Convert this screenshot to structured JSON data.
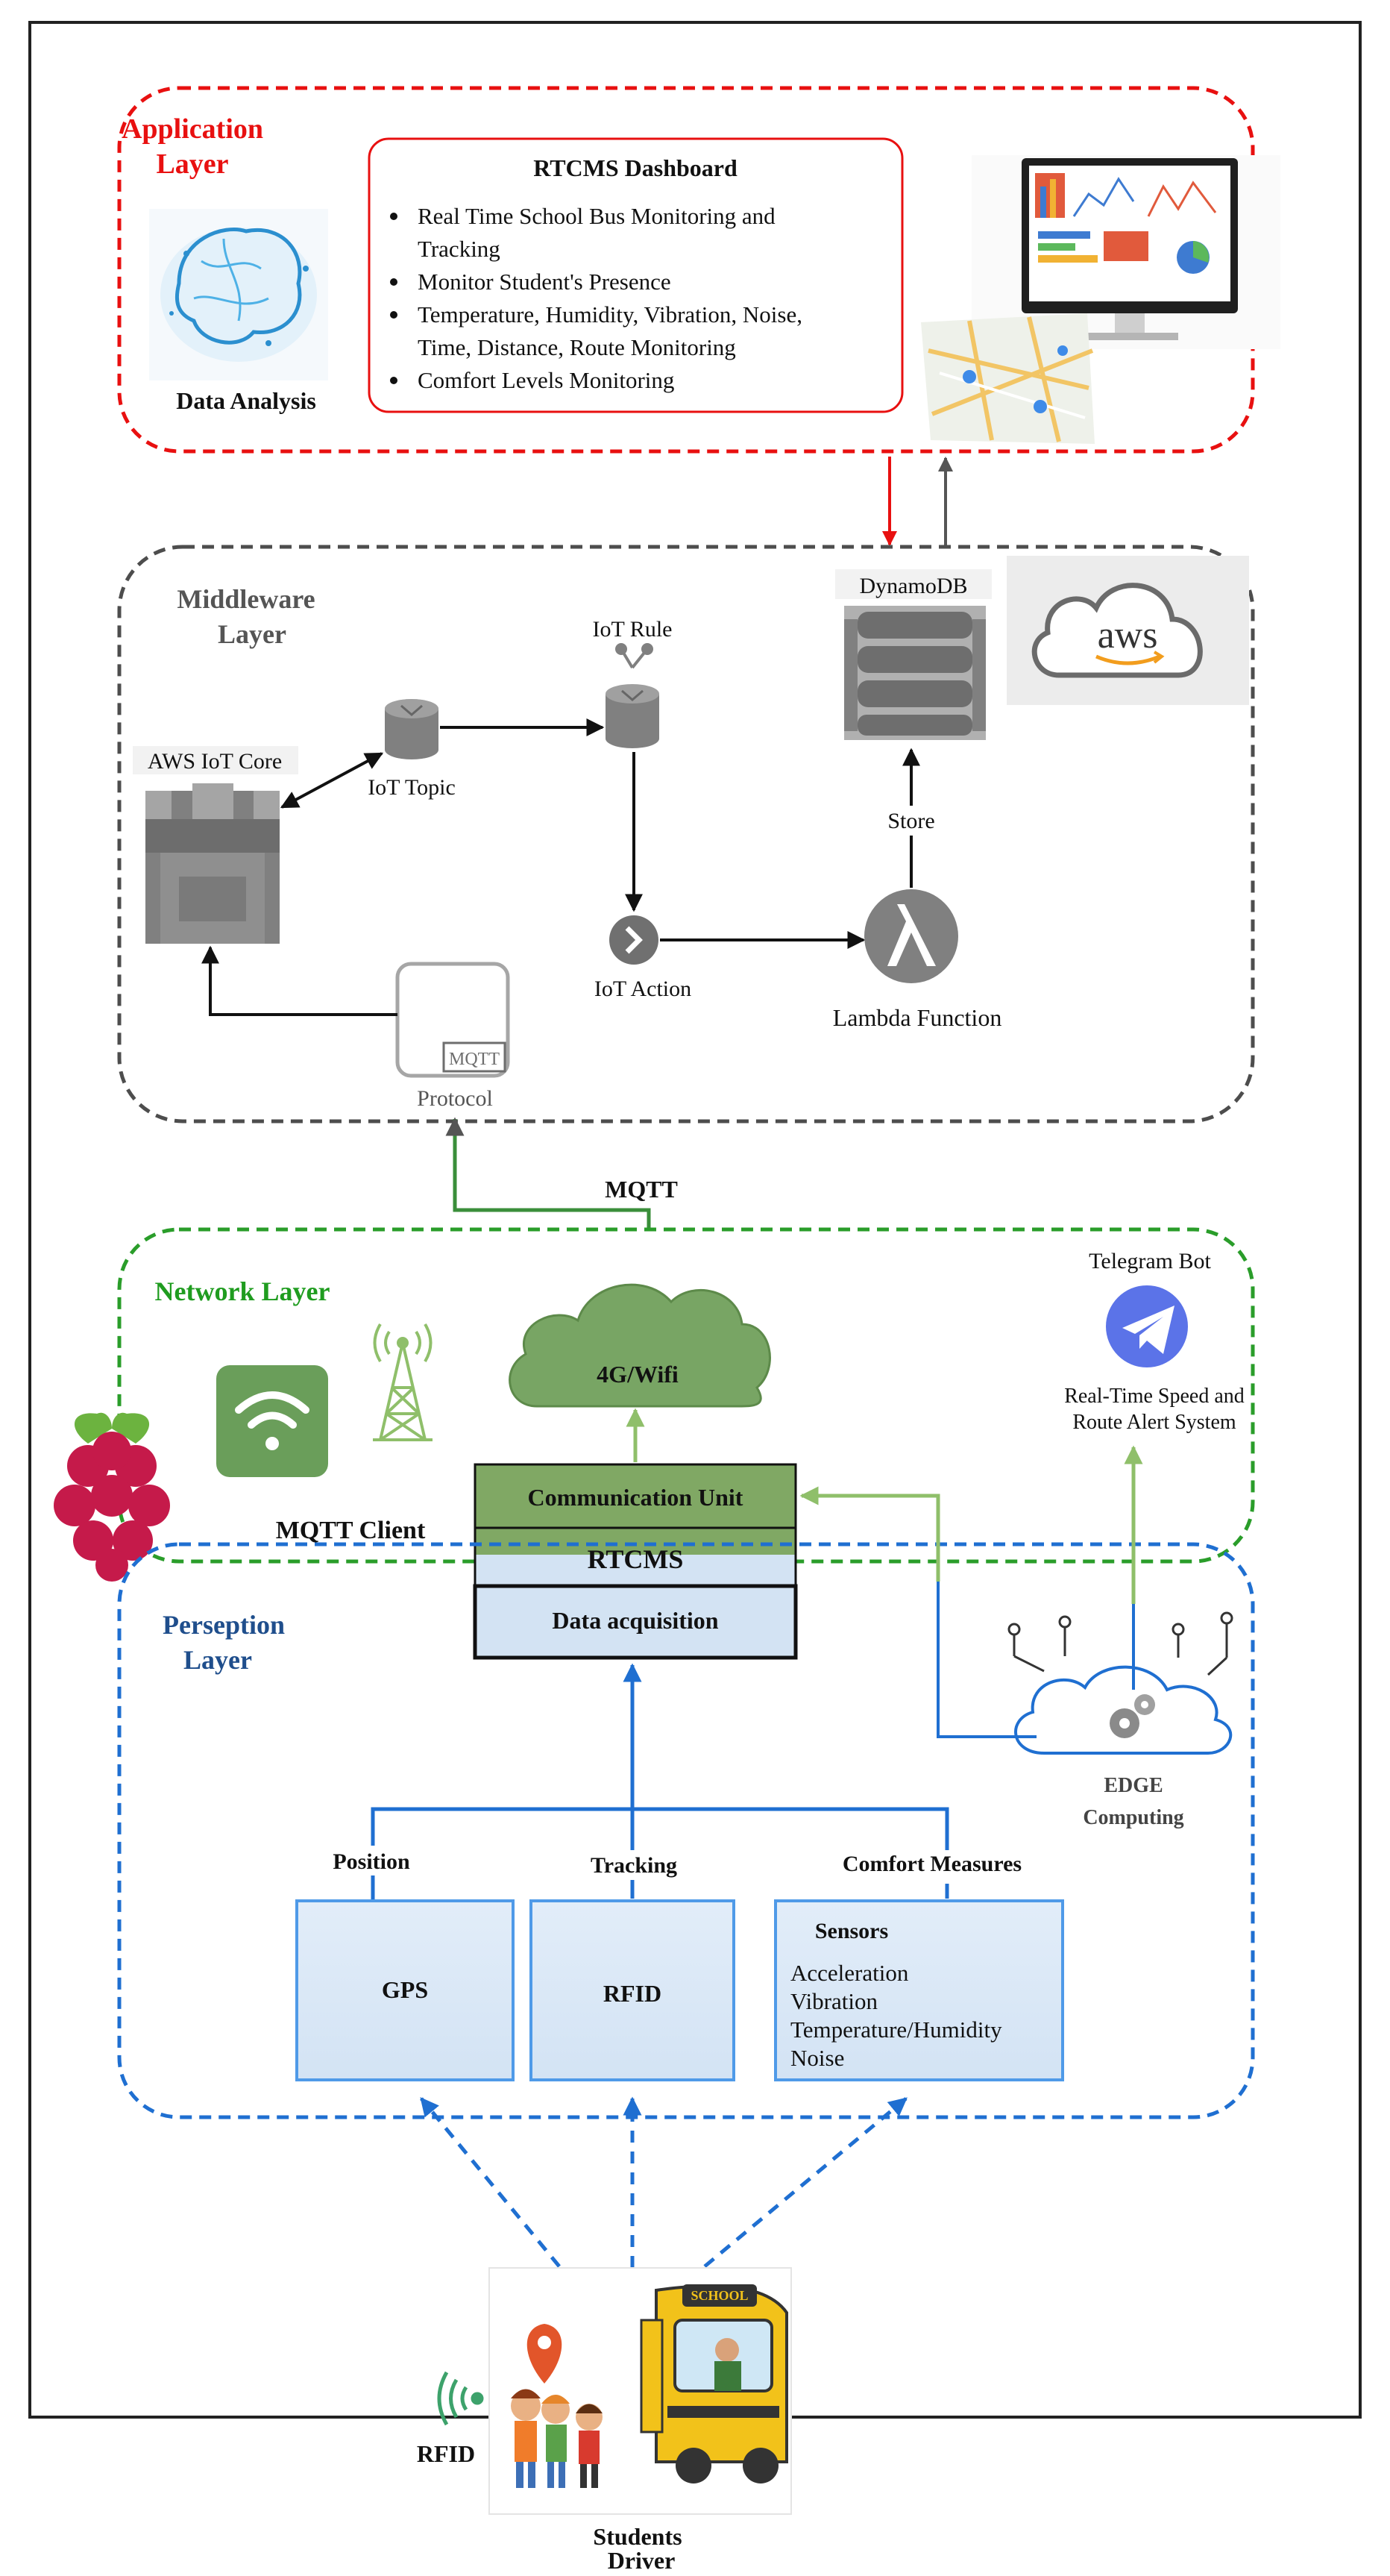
{
  "application_layer": {
    "title_line1": "Application",
    "title_line2": "Layer",
    "data_analysis_label": "Data Analysis",
    "dashboard_title": "RTCMS Dashboard",
    "dashboard_bullets": [
      [
        "Real Time School Bus Monitoring  and",
        "Tracking"
      ],
      [
        "Monitor Student's Presence"
      ],
      [
        "Temperature, Humidity, Vibration, Noise,",
        "Time, Distance, Route Monitoring"
      ],
      [
        "Comfort Levels Monitoring"
      ]
    ]
  },
  "middleware_layer": {
    "title_line1": "Middleware",
    "title_line2": "Layer",
    "aws_iot_core_label": "AWS IoT Core",
    "iot_topic_label": "IoT Topic",
    "iot_rule_label": "IoT Rule",
    "dynamodb_label": "DynamoDB",
    "store_label": "Store",
    "iot_action_label": "IoT Action",
    "lambda_label": "Lambda Function",
    "protocol_label": "Protocol",
    "mqtt_badge": "MQTT",
    "aws_logo": "aws"
  },
  "network_layer": {
    "title": "Network Layer",
    "mqtt_label": "MQTT",
    "cloud_label": "4G/Wifi",
    "telegram_title": "Telegram Bot",
    "telegram_desc_line1": "Real-Time Speed and",
    "telegram_desc_line2": "Route Alert System"
  },
  "device": {
    "mqtt_client_label": "MQTT Client",
    "communication_unit": "Communication Unit",
    "rtcms": "RTCMS",
    "data_acquisition": "Data acquisition"
  },
  "perception_layer": {
    "title_line1": "Perseption",
    "title_line2": "Layer",
    "edge_line1": "EDGE",
    "edge_line2": "Computing",
    "position_label": "Position",
    "tracking_label": "Tracking",
    "comfort_label": "Comfort Measures",
    "gps_label": "GPS",
    "rfid_label": "RFID",
    "sensors_title": "Sensors",
    "sensor_items": [
      "Acceleration",
      "Vibration",
      "Temperature/Humidity",
      "Noise"
    ]
  },
  "bottom": {
    "rfid_label": "RFID",
    "bus_sign": "SCHOOL",
    "entities": [
      "Students",
      "Driver",
      "School bus"
    ]
  },
  "icons": [
    "brain-icon",
    "dashboard-monitor-icon",
    "map-icon",
    "mqtt-protocol-icon",
    "wifi-icon",
    "cell-tower-icon",
    "telegram-icon",
    "raspberry-pi-icon",
    "gear-cloud-icon",
    "school-bus-icon",
    "location-pin-icon",
    "rfid-signal-icon"
  ],
  "colors": {
    "application": "#e81010",
    "middleware": "#4d4d4d",
    "network": "#2a9d2a",
    "perception": "#1f6fd1",
    "network_text": "#1f9c1f",
    "perception_text": "#1f4e8c",
    "comm_fill": "#80a864",
    "rtcms_fill": "#d3e3f3",
    "sensor_fill": "#d9e8f8",
    "telegram": "#5b73e8"
  }
}
